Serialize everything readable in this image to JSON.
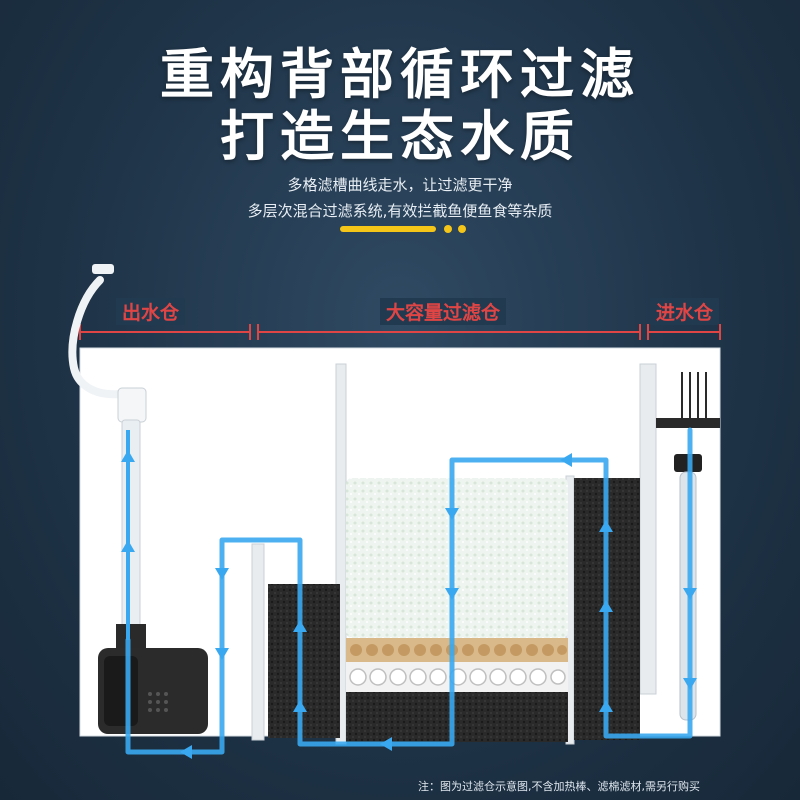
{
  "header": {
    "title_line1": "重构背部循环过滤",
    "title_line2": "打造生态水质",
    "subtitle_line1": "多格滤槽曲线走水，让过滤更干净",
    "subtitle_line2": "多层次混合过滤系统,有效拦截鱼便鱼食等杂质"
  },
  "segments": {
    "outlet": "出水仓",
    "filter": "大容量过滤仓",
    "inlet": "进水仓"
  },
  "footnote": "注：图为过滤仓示意图,不含加热棒、滤棉滤材,需另行购买",
  "colors": {
    "accent_yellow": "#f5c518",
    "segment_red": "#e04545",
    "flow_blue": "#3aa8f0",
    "background": "#1f3448"
  }
}
